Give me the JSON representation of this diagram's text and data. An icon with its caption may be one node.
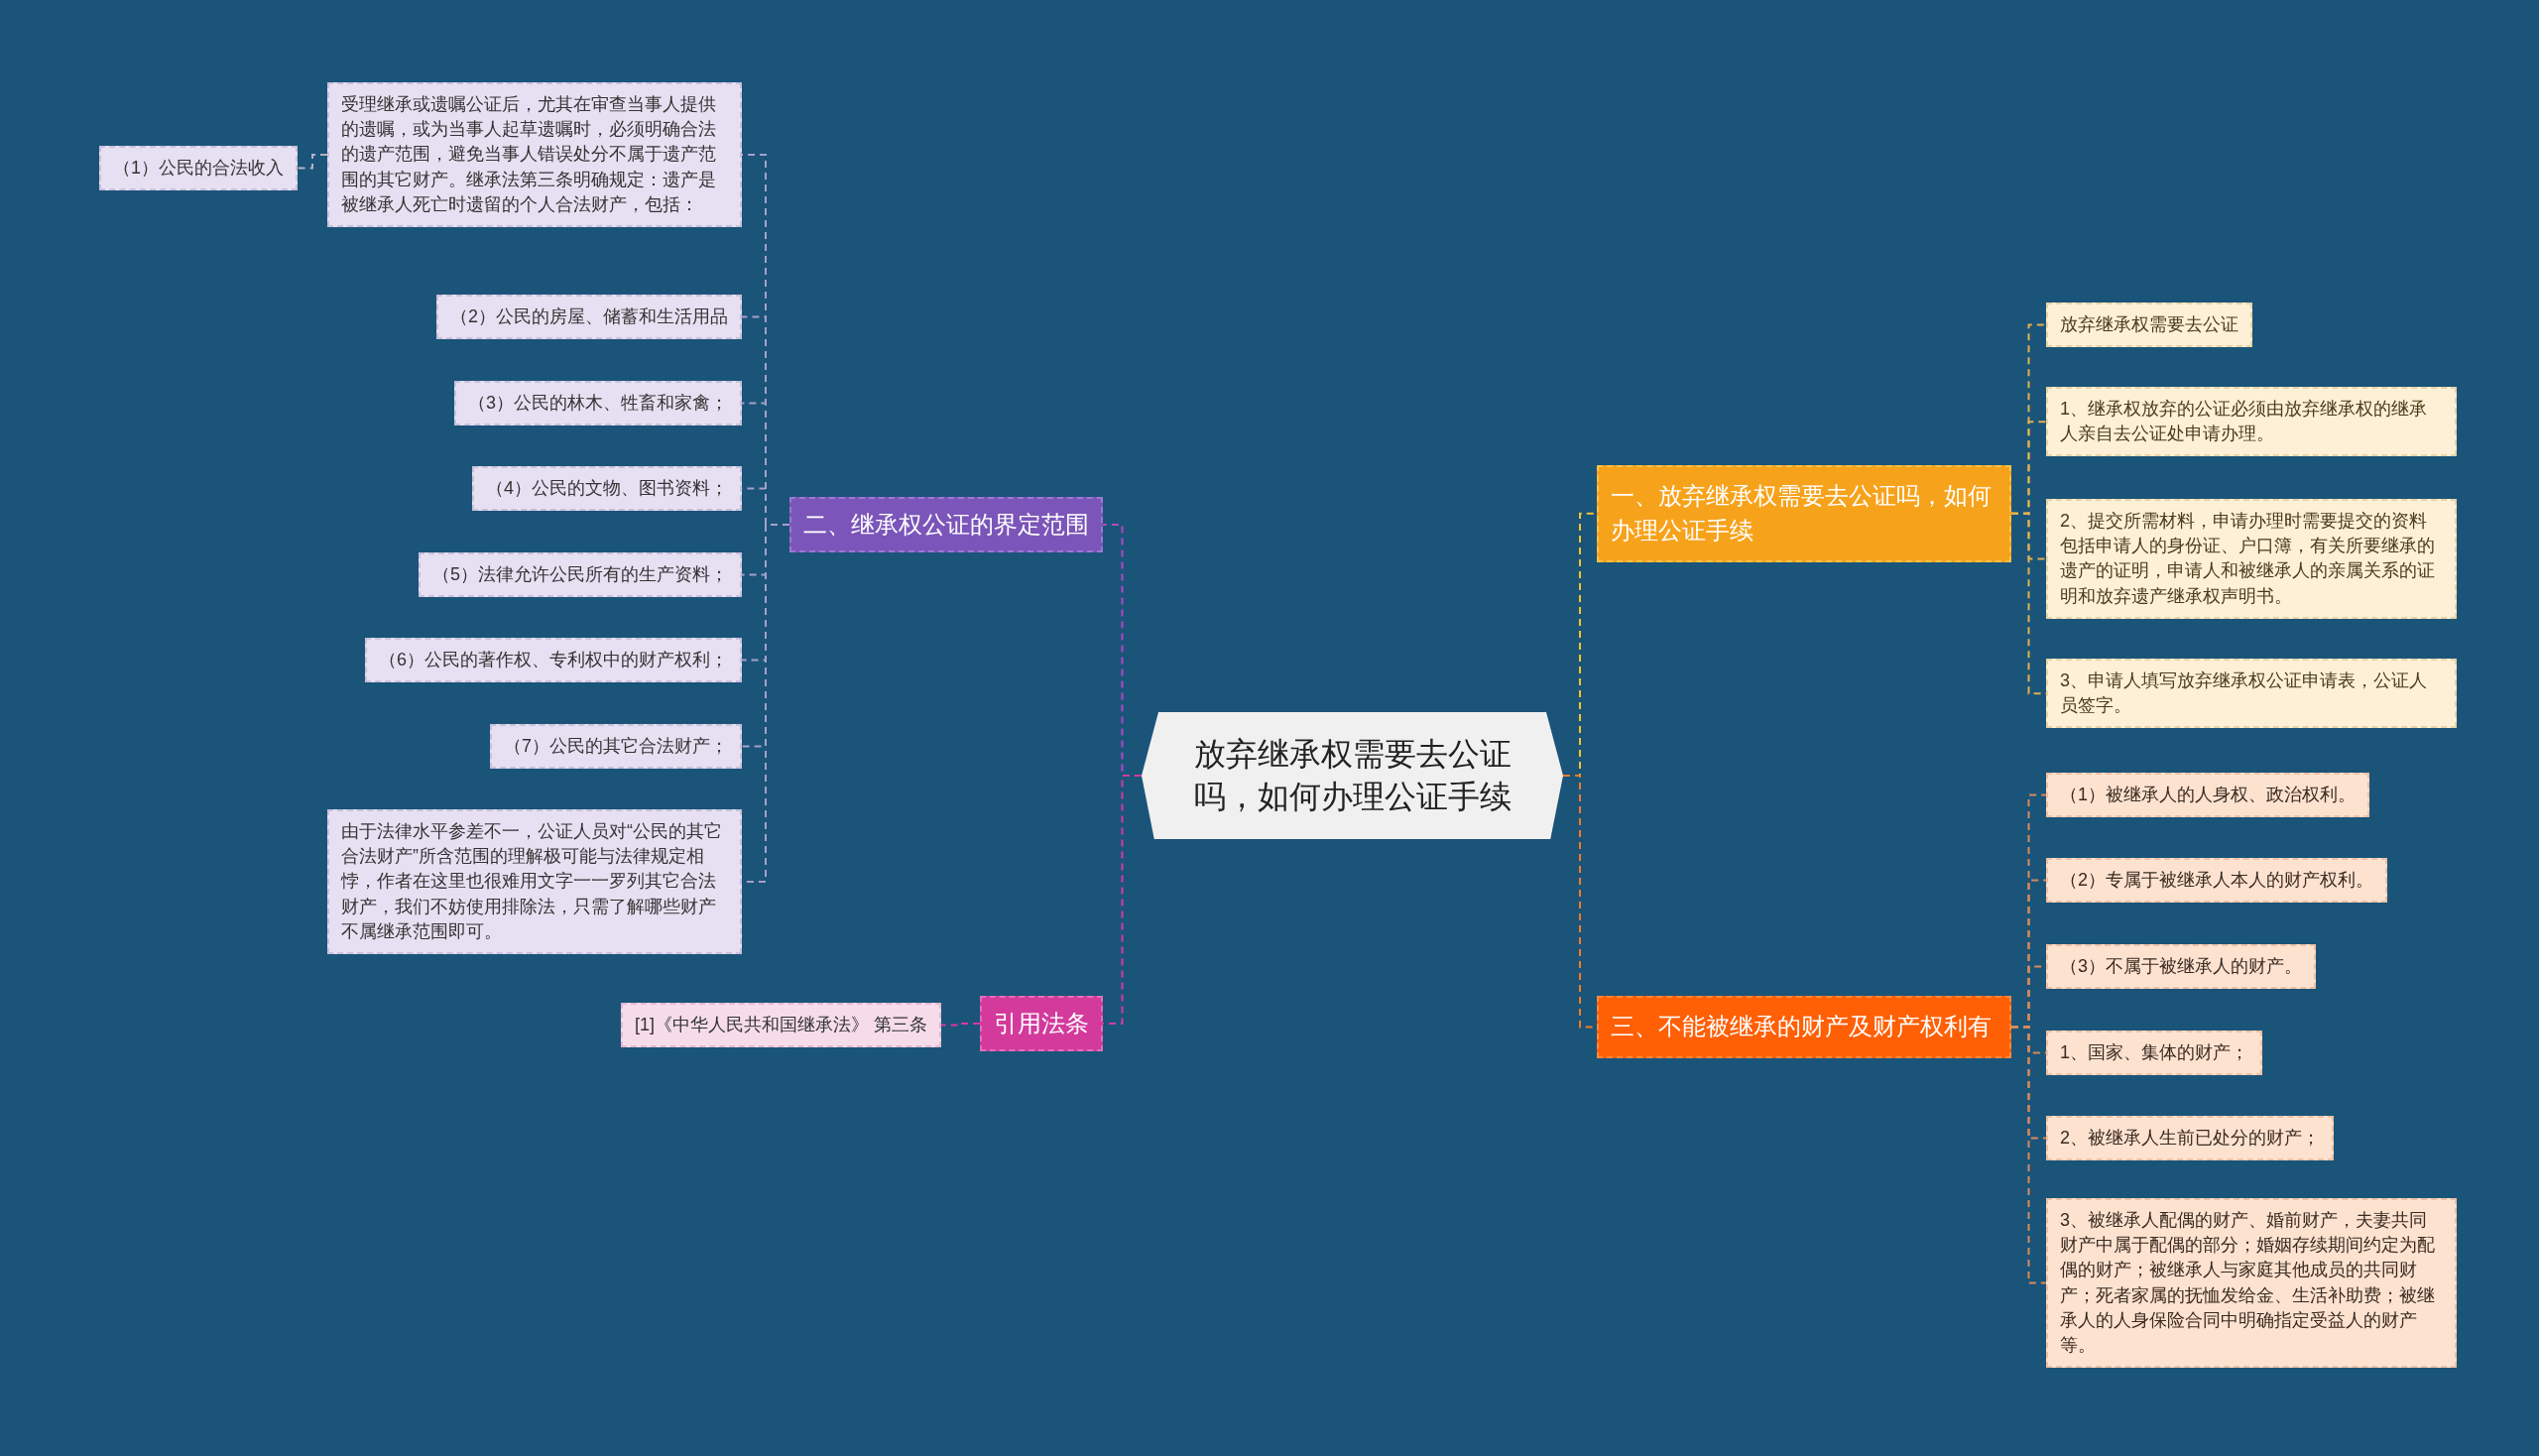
{
  "diagram": {
    "nodes": [
      {
        "text": [
          "放弃继承权需要去公证吗，如何办理公证手续"
        ]
      },
      {
        "text": [
          "一、放弃继承权需要去公证吗，如何办理公证手续"
        ]
      },
      {
        "text": [
          "三、不能被继承的财产及财产权利有"
        ]
      },
      {
        "text": [
          "二、继承权公证的界定范围"
        ]
      },
      {
        "text": [
          "引用法条"
        ]
      },
      {
        "text": [
          "放弃继承权需要去公证"
        ]
      },
      {
        "text": [
          "1、继承权放弃的公证必须由放弃继承权的继承人亲自去公证处申请办理。"
        ]
      },
      {
        "text": [
          "2、提交所需材料，申请办理时需要提交的资料包括申请人的身份证、户口簿，有关所要继承的遗产的证明，申请人和被继承人的亲属关系的证明和放弃遗产继承权声明书。"
        ]
      },
      {
        "text": [
          "3、申请人填写放弃继承权公证申请表，公证人员签字。"
        ]
      },
      {
        "text": [
          "（1）被继承人的人身权、政治权利。"
        ]
      },
      {
        "text": [
          "（2）专属于被继承人本人的财产权利。"
        ]
      },
      {
        "text": [
          "（3）不属于被继承人的财产。"
        ]
      },
      {
        "text": [
          "1、国家、集体的财产；"
        ]
      },
      {
        "text": [
          "2、被继承人生前已处分的财产；"
        ]
      },
      {
        "text": [
          "3、被继承人配偶的财产、婚前财产，夫妻共同财产中属于配偶的部分；婚姻存续期间约定为配偶的财产；被继承人与家庭其他成员的共同财产；死者家属的抚恤发给金、生活补助费；被继承人的人身保险合同中明确指定受益人的财产等。"
        ]
      },
      {
        "text": [
          "受理继承或遗嘱公证后，尤其在审查当事人提供的遗嘱，或为当事人起草遗嘱时，必须明确合法的遗产范围，避免当事人错误处分不属于遗产范围的其它财产。继承法第三条明确规定：遗产是被继承人死亡时遗留的个人合法财产，包括："
        ]
      },
      {
        "text": [
          "（2）公民的房屋、储蓄和生活用品"
        ]
      },
      {
        "text": [
          "（3）公民的林木、牲畜和家禽；"
        ]
      },
      {
        "text": [
          "（4）公民的文物、图书资料；"
        ]
      },
      {
        "text": [
          "（5）法律允许公民所有的生产资料；"
        ]
      },
      {
        "text": [
          "（6）公民的著作权、专利权中的财产权利；"
        ]
      },
      {
        "text": [
          "（7）公民的其它合法财产；"
        ]
      },
      {
        "text": [
          "由于法律水平参差不一，公证人员对“公民的其它合法财产”所含范围的理解极可能与法律规定相悖，作者在这里也很难用文字一一罗列其它合法财产，我们不妨使用排除法，只需了解哪些财产不属继承范围即可。"
        ]
      },
      {
        "text": [
          "（1）公民的合法收入"
        ]
      },
      {
        "text": [
          "[1]《中华人民共和国继承法》 第三条"
        ]
      }
    ],
    "edges": [
      {
        "from": 0,
        "to": 1,
        "arrow": "none",
        "style": "dashed",
        "color": "#f2c230"
      },
      {
        "from": 0,
        "to": 2,
        "arrow": "none",
        "style": "dashed",
        "color": "#f07a2a"
      },
      {
        "from": 0,
        "to": 3,
        "arrow": "none",
        "style": "dashed",
        "color": "#b048c0"
      },
      {
        "from": 0,
        "to": 4,
        "arrow": "none",
        "style": "dashed",
        "color": "#d63aa0"
      },
      {
        "from": 1,
        "to": 5,
        "arrow": "none",
        "style": "dashed",
        "color": "#e0b050"
      },
      {
        "from": 1,
        "to": 6,
        "arrow": "none",
        "style": "dashed",
        "color": "#e0b050"
      },
      {
        "from": 1,
        "to": 7,
        "arrow": "none",
        "style": "dashed",
        "color": "#e0b050"
      },
      {
        "from": 1,
        "to": 8,
        "arrow": "none",
        "style": "dashed",
        "color": "#e0b050"
      },
      {
        "from": 2,
        "to": 9,
        "arrow": "none",
        "style": "dashed",
        "color": "#d98a5a"
      },
      {
        "from": 2,
        "to": 10,
        "arrow": "none",
        "style": "dashed",
        "color": "#d98a5a"
      },
      {
        "from": 2,
        "to": 11,
        "arrow": "none",
        "style": "dashed",
        "color": "#d98a5a"
      },
      {
        "from": 2,
        "to": 12,
        "arrow": "none",
        "style": "dashed",
        "color": "#d98a5a"
      },
      {
        "from": 2,
        "to": 13,
        "arrow": "none",
        "style": "dashed",
        "color": "#d98a5a"
      },
      {
        "from": 2,
        "to": 14,
        "arrow": "none",
        "style": "dashed",
        "color": "#d98a5a"
      },
      {
        "from": 3,
        "to": 15,
        "arrow": "none",
        "style": "dashed",
        "color": "#a8a0c8"
      },
      {
        "from": 3,
        "to": 16,
        "arrow": "none",
        "style": "dashed",
        "color": "#a8a0c8"
      },
      {
        "from": 3,
        "to": 17,
        "arrow": "none",
        "style": "dashed",
        "color": "#a8a0c8"
      },
      {
        "from": 3,
        "to": 18,
        "arrow": "none",
        "style": "dashed",
        "color": "#a8a0c8"
      },
      {
        "from": 3,
        "to": 19,
        "arrow": "none",
        "style": "dashed",
        "color": "#a8a0c8"
      },
      {
        "from": 3,
        "to": 20,
        "arrow": "none",
        "style": "dashed",
        "color": "#a8a0c8"
      },
      {
        "from": 3,
        "to": 21,
        "arrow": "none",
        "style": "dashed",
        "color": "#a8a0c8"
      },
      {
        "from": 3,
        "to": 22,
        "arrow": "none",
        "style": "dashed",
        "color": "#a8a0c8"
      },
      {
        "from": 15,
        "to": 23,
        "arrow": "none",
        "style": "dashed",
        "color": "#b8b0c8"
      },
      {
        "from": 4,
        "to": 24,
        "arrow": "none",
        "style": "dashed",
        "color": "#d63aa0"
      }
    ]
  }
}
